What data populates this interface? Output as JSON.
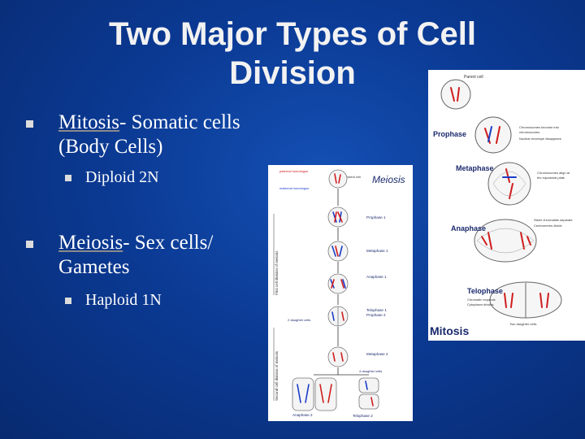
{
  "slide": {
    "title_line1": "Two Major Types of Cell",
    "title_line2": "Division",
    "bullets": [
      {
        "term": "Mitosis",
        "text": "- Somatic cells",
        "text2": "(Body Cells)",
        "sub": "Diploid 2N"
      },
      {
        "term": "Meiosis",
        "text": "- Sex cells/",
        "text2": "Gametes",
        "sub": "Haploid 1N"
      }
    ]
  },
  "meiosis_figure": {
    "title": "Meiosis",
    "side_1": "First cell division of meiosis",
    "side_2": "Second cell division of meiosis",
    "labels": {
      "paternal": "paternal homologue",
      "maternal": "maternal homologue",
      "parent": "Parent cell",
      "prophase1": "Prophase 1",
      "metaphase1": "Metaphase 1",
      "anaphase1": "Anaphase 1",
      "telophase1": "Telophase 1",
      "prophase2": "Prophase 2",
      "two_daughter": "2 daughter cells",
      "metaphase2": "Metaphase 2",
      "four_daughter": "4 daughter cells",
      "anaphase2": "Anaphase 2",
      "telophase2": "Telophase 2"
    }
  },
  "mitosis_figure": {
    "title": "Mitosis",
    "labels": {
      "parent": "Parent cell",
      "prophase": "Prophase",
      "prophase_note1": "Chromosomes become into",
      "prophase_note2": "chromosomes",
      "prophase_note3": "Nuclear envelope disappears",
      "metaphase": "Metaphase",
      "metaphase_note1": "Chromosomes align at",
      "metaphase_note2": "the equatorial plate",
      "anaphase": "Anaphase",
      "anaphase_note1": "Sister chromatids separate",
      "anaphase_note2": "Centromeres divide",
      "telophase": "Telophase",
      "telophase_note1": "Chromatin expands",
      "telophase_note2": "Cytoplasm divides",
      "two_daughter": "Two daughter cells"
    }
  },
  "colors": {
    "background": "#0b3a94",
    "paternal": "#1a3cc8",
    "maternal": "#d01c1c"
  }
}
